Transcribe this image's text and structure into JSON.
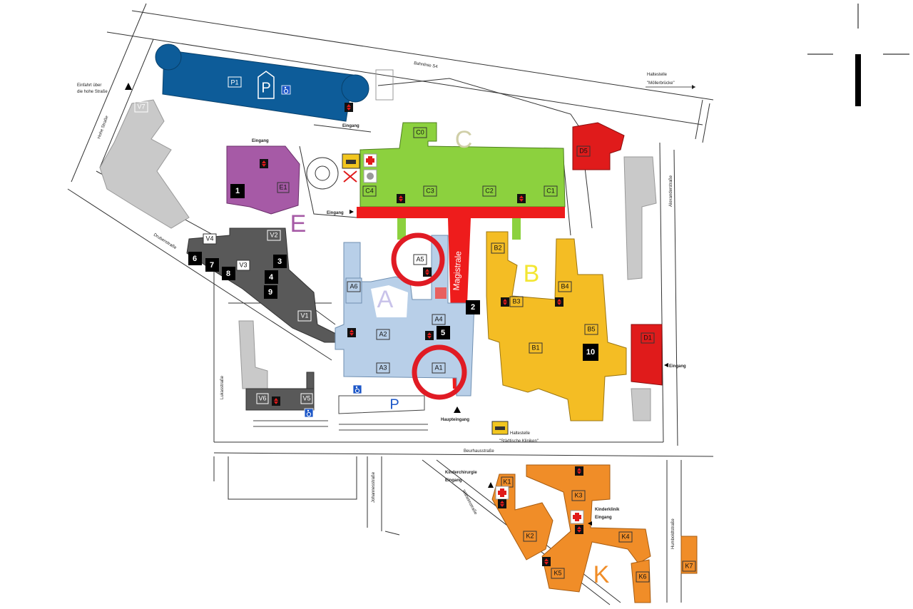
{
  "zones": [
    {
      "letter": "A",
      "color": "#b8cfe8"
    },
    {
      "letter": "B",
      "color": "#f4bd24"
    },
    {
      "letter": "C",
      "color": "#8cd13e"
    },
    {
      "letter": "E",
      "color": "#a65aa6"
    },
    {
      "letter": "K",
      "color": "#f08d28"
    }
  ],
  "buildings": {
    "P1": "P1",
    "C0": "C0",
    "C1": "C1",
    "C2": "C2",
    "C3": "C3",
    "C4": "C4",
    "D5": "D5",
    "E1": "E1",
    "V7": "V7",
    "V2": "V2",
    "V3": "V3",
    "V4": "V4",
    "V1": "V1",
    "V5": "V5",
    "V6": "V6",
    "A1": "A1",
    "A2": "A2",
    "A3": "A3",
    "A4": "A4",
    "A5": "A5",
    "A6": "A6",
    "B1": "B1",
    "B2": "B2",
    "B3": "B3",
    "B4": "B4",
    "B5": "B5",
    "D1": "D1",
    "K1": "K1",
    "K2": "K2",
    "K3": "K3",
    "K4": "K4",
    "K5": "K5",
    "K6": "K6",
    "K7": "K7"
  },
  "numbers": [
    "1",
    "2",
    "3",
    "4",
    "5",
    "6",
    "7",
    "8",
    "9",
    "10"
  ],
  "parking": {
    "p_top": "P",
    "p_bottom": "P"
  },
  "magistrale": "Magistrale",
  "labels": {
    "bahnlinie": "Bahnlinie S4",
    "haltestelle_top_1": "Haltestelle",
    "haltestelle_top_2": "\"Möllerbrücke\"",
    "einfahrt_1": "Einfahrt über",
    "einfahrt_2": "die hohe Straße",
    "hohe_strasse": "Hohe Straße",
    "alexanderstrasse": "Alexanderstraße",
    "drubenstrasse": "Drubenstraße",
    "lukasstrasse": "Lukasstraße",
    "johannesstrasse": "Johannesstraße",
    "wilhelmstrasse": "Wilhelmstraße",
    "humboldtstrasse": "Humboldtstraße",
    "beurhausstrasse": "Beurhausstraße",
    "eingang_p1": "Eingang",
    "eingang_e": "Eingang",
    "eingang_c": "Eingang",
    "eingang_d1": "Eingang",
    "haupteingang": "Haupteingang",
    "haltestelle_bottom_1": "Haltestelle",
    "haltestelle_bottom_2": "\"Städtische Kliniken\"",
    "kinderchirurgie_1": "Kinderchirurgie",
    "kinderchirurgie_2": "Eingang",
    "kinderklinik_1": "Kinderklinik",
    "kinderklinik_2": "Eingang"
  },
  "colors": {
    "parking_blue": "#0d5c99",
    "zone_a": "#b8cfe8",
    "zone_b": "#f4bd24",
    "zone_c": "#8cd13e",
    "zone_d": "#e01b1b",
    "zone_e": "#a65aa6",
    "zone_k": "#f08d28",
    "zone_v": "#595959",
    "other_buildings": "#c9c9c9",
    "highlight_ring": "#e01b24"
  },
  "icons": [
    "elevator-icon",
    "wheelchair-icon",
    "taxi-icon",
    "first-aid-icon",
    "helipad-icon"
  ]
}
